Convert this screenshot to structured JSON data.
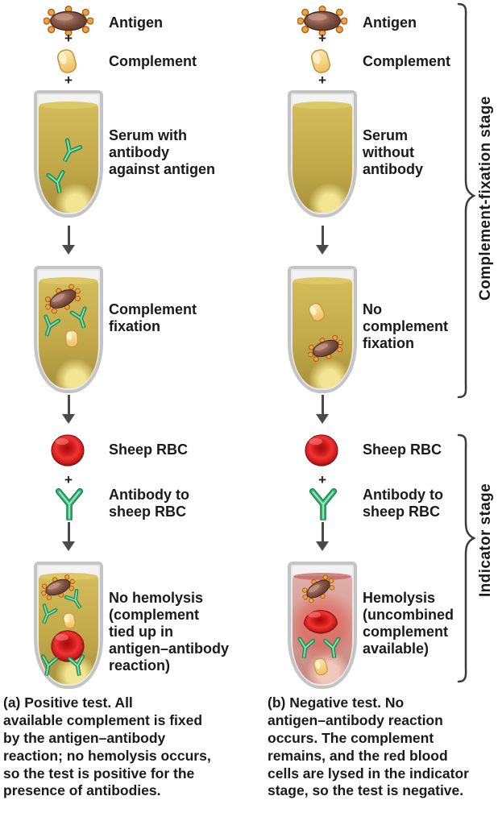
{
  "figure": {
    "plus": "+",
    "column_a": {
      "antigen": "Antigen",
      "complement": "Complement",
      "serum": "Serum with\nantibody\nagainst antigen",
      "fixation": "Complement\nfixation",
      "sheep_rbc": "Sheep RBC",
      "antibody_rbc": "Antibody to\nsheep RBC",
      "result": "No hemolysis\n(complement\ntied up in\nantigen–antibody\nreaction)",
      "caption_lead": "(a) Positive test.",
      "caption_body": " All\navailable complement is fixed\nby the antigen–antibody\nreaction; no hemolysis occurs,\nso the test is positive for the\npresence of antibodies."
    },
    "column_b": {
      "antigen": "Antigen",
      "complement": "Complement",
      "serum": "Serum\nwithout\nantibody",
      "fixation": "No\ncomplement\nfixation",
      "sheep_rbc": "Sheep RBC",
      "antibody_rbc": "Antibody to\nsheep RBC",
      "result": "Hemolysis\n(uncombined\ncomplement\navailable)",
      "caption_lead": "(b) Negative test.",
      "caption_body": " No\nantigen–antibody reaction\noccurs. The complement\nremains, and the red blood\ncells are lysed in the indicator\nstage, so the test is negative."
    },
    "stages": {
      "complement_fixation": "Complement-fixation stage",
      "indicator": "Indicator stage"
    }
  },
  "colors": {
    "text": "#1a1a1a",
    "arrow": "#4a4a4a",
    "brace": "#3a3a3a",
    "glass_gray": "#c4c4c4",
    "serum_yellow": "#c2a94a",
    "hemolysis_pink": "#d39a93",
    "antibody_green": "#2fa96e",
    "rbc_red": "#d81f1f",
    "complement_yellow": "#f2cd74",
    "antigen_brown": "#7c4c3e",
    "knob_orange": "#f0a03c"
  }
}
